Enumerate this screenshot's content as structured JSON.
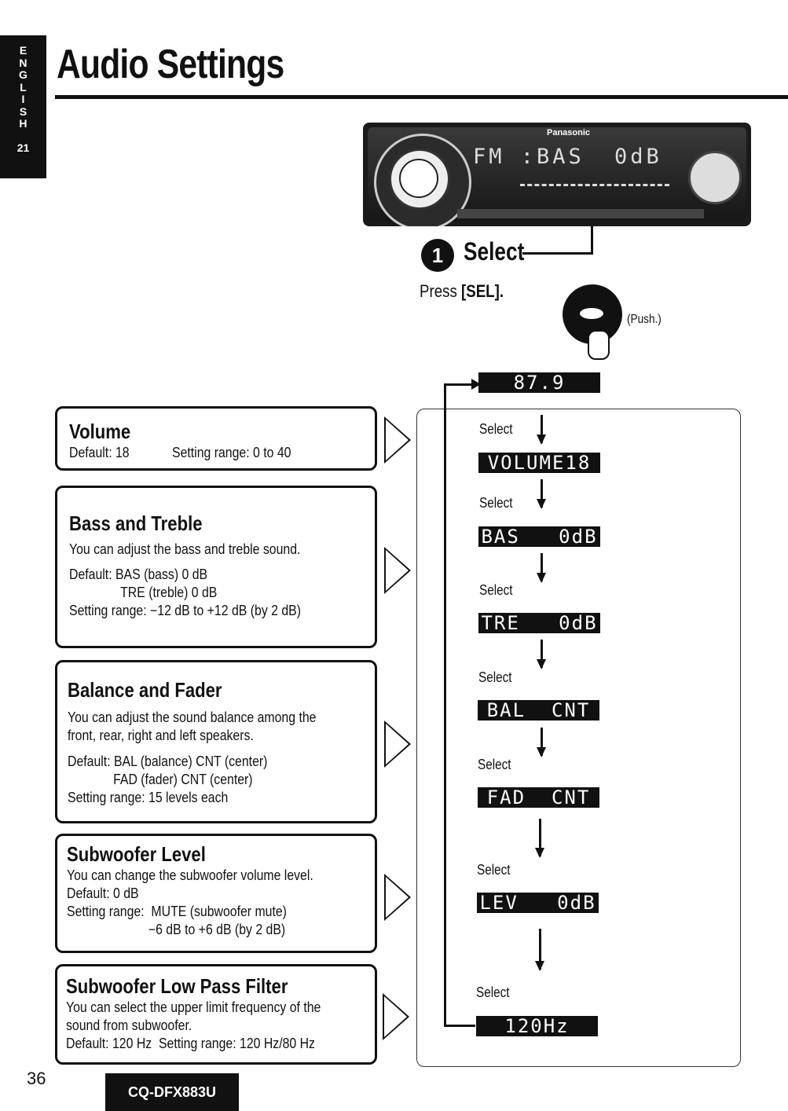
{
  "sidebar": {
    "language_letters": [
      "E",
      "N",
      "G",
      "L",
      "I",
      "S",
      "H"
    ],
    "section_number": "21"
  },
  "title": "Audio Settings",
  "radio": {
    "brand": "Panasonic",
    "display_left": "FM :BAS",
    "display_right": "0dB"
  },
  "step": {
    "number": "1",
    "label": "Select",
    "instruction_prefix": "Press ",
    "instruction_key": "[SEL].",
    "push_label": "(Push.)"
  },
  "flow": {
    "select_label": "Select",
    "displays": [
      "87.9",
      "VOLUME18",
      "BAS   0dB",
      "TRE   0dB",
      "BAL  CNT",
      "FAD  CNT",
      "LEV   0dB",
      "120Hz"
    ]
  },
  "sections": {
    "volume": {
      "title": "Volume",
      "default": "Default: 18",
      "range": "Setting range: 0 to 40"
    },
    "bass_treble": {
      "title": "Bass and Treble",
      "desc": "You can adjust the bass and treble sound.",
      "default1": "Default: BAS (bass) 0 dB",
      "default2": "TRE (treble) 0 dB",
      "range": "Setting range: −12 dB to +12 dB (by 2 dB)"
    },
    "balance_fader": {
      "title": "Balance and Fader",
      "desc1": "You can adjust the sound balance among the",
      "desc2": "front, rear, right and left speakers.",
      "default1": "Default: BAL (balance) CNT (center)",
      "default2": "FAD (fader) CNT (center)",
      "range": "Setting range: 15 levels each"
    },
    "subwoofer_level": {
      "title": "Subwoofer Level",
      "desc": "You can change the subwoofer volume level.",
      "default": "Default: 0 dB",
      "range1": "Setting range:  MUTE (subwoofer mute)",
      "range2": "−6 dB to +6 dB (by 2 dB)"
    },
    "subwoofer_lpf": {
      "title": "Subwoofer Low Pass Filter",
      "desc1": "You can select the upper limit frequency of the",
      "desc2": "sound from subwoofer.",
      "default": "Default: 120 Hz  Setting range: 120 Hz/80 Hz"
    }
  },
  "footer": {
    "page_number": "36",
    "model": "CQ-DFX883U"
  }
}
